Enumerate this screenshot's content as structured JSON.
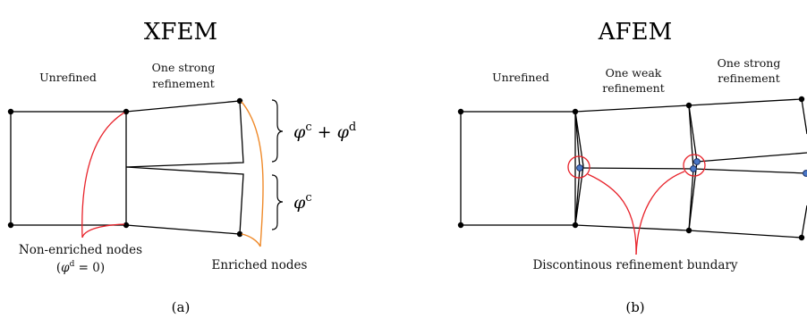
{
  "panel_a": {
    "title": "XFEM",
    "label_unrefined": "Unrefined",
    "label_strong_1": "One strong",
    "label_strong_2": "refinement",
    "math_top": "φc + φd",
    "math_bottom": "φc",
    "label_nonenriched_1": "Non-enriched nodes",
    "label_nonenriched_2": "(φd = 0)",
    "label_enriched": "Enriched nodes",
    "caption": "(a)"
  },
  "panel_b": {
    "title": "AFEM",
    "label_unrefined": "Unrefined",
    "label_weak_1": "One weak",
    "label_weak_2": "refinement",
    "label_strong_1": "One strong",
    "label_strong_2": "refinement",
    "label_boundary": "Discontinous refinement bundary",
    "caption": "(b)"
  },
  "colors": {
    "edge": "#000000",
    "node": "#000000",
    "hanging_node": "#4a78c8",
    "curve_red": "#e8232b",
    "curve_orange": "#ef8a2a"
  }
}
